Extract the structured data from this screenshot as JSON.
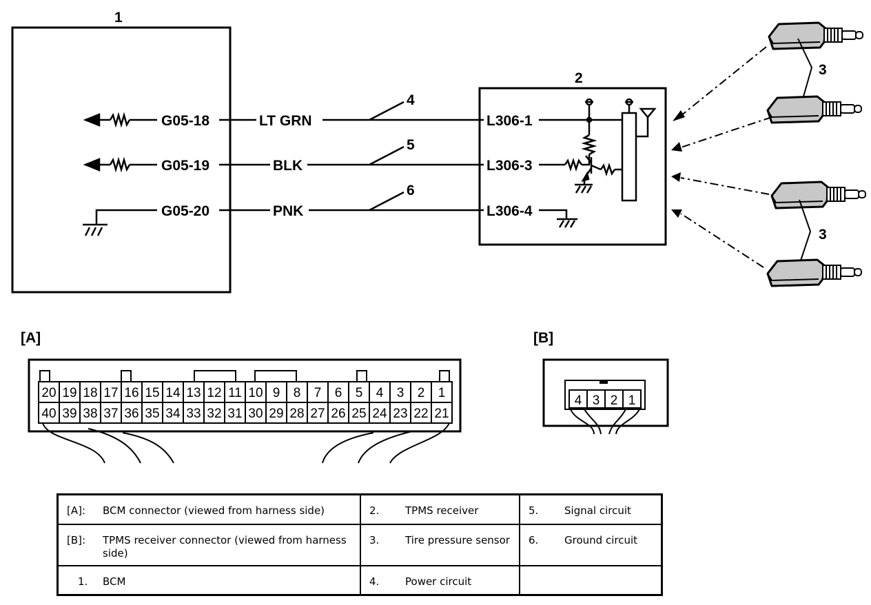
{
  "components": {
    "bcm_number": "1",
    "receiver_number": "2",
    "sensor_number": "3"
  },
  "circuits": [
    {
      "number": "4",
      "bcm_pin": "G05-18",
      "wire_color": "LT GRN",
      "receiver_pin": "L306-1"
    },
    {
      "number": "5",
      "bcm_pin": "G05-19",
      "wire_color": "BLK",
      "receiver_pin": "L306-3"
    },
    {
      "number": "6",
      "bcm_pin": "G05-20",
      "wire_color": "PNK",
      "receiver_pin": "L306-4"
    }
  ],
  "connector_a": {
    "label": "[A]",
    "top_row": [
      "20",
      "19",
      "18",
      "17",
      "16",
      "15",
      "14",
      "13",
      "12",
      "11",
      "10",
      "9",
      "8",
      "7",
      "6",
      "5",
      "4",
      "3",
      "2",
      "1"
    ],
    "bottom_row": [
      "40",
      "39",
      "38",
      "37",
      "36",
      "35",
      "34",
      "33",
      "32",
      "31",
      "30",
      "29",
      "28",
      "27",
      "26",
      "25",
      "24",
      "23",
      "22",
      "21"
    ]
  },
  "connector_b": {
    "label": "[B]",
    "pins": [
      "4",
      "3",
      "2",
      "1"
    ]
  },
  "legend": {
    "rows": [
      [
        {
          "key": "[A]:",
          "text": "BCM connector (viewed from harness side)"
        },
        {
          "key": "2.",
          "text": "TPMS receiver"
        },
        {
          "key": "5.",
          "text": "Signal circuit"
        }
      ],
      [
        {
          "key": "[B]:",
          "text": "TPMS receiver connector (viewed from harness side)"
        },
        {
          "key": "3.",
          "text": "Tire pressure sensor"
        },
        {
          "key": "6.",
          "text": "Ground circuit"
        }
      ],
      [
        {
          "key": "1.",
          "text": "BCM"
        },
        {
          "key": "4.",
          "text": "Power circuit"
        },
        {
          "key": "",
          "text": ""
        }
      ]
    ]
  }
}
